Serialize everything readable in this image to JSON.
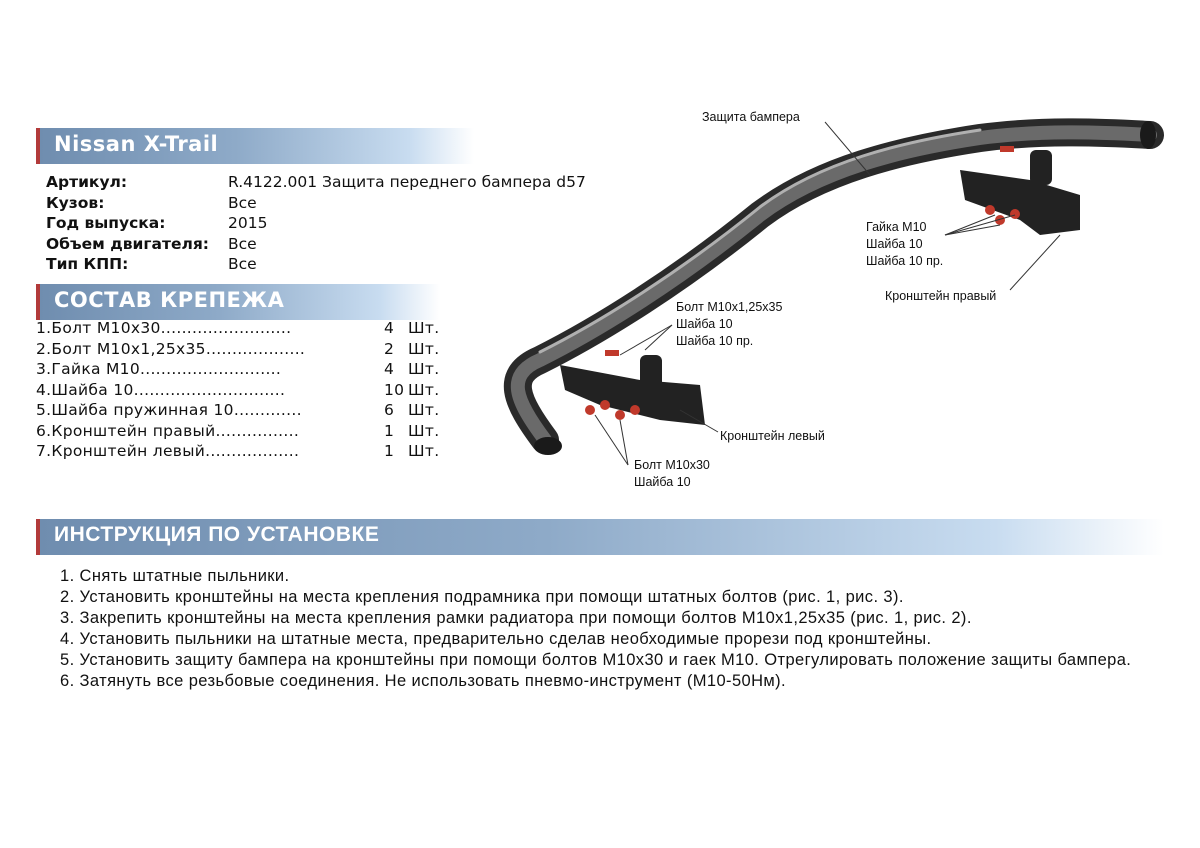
{
  "title": "Nissan X-Trail",
  "spec": [
    {
      "key": "Артикул:",
      "value": "R.4122.001 Защита переднего бампера d57"
    },
    {
      "key": "Кузов:",
      "value": "Все"
    },
    {
      "key": "Год выпуска:",
      "value": "2015"
    },
    {
      "key": "Объем двигателя:",
      "value": "Все"
    },
    {
      "key": "Тип КПП:",
      "value": "Все"
    }
  ],
  "fasteners_title": "СОСТАВ КРЕПЕЖА",
  "fasteners": [
    {
      "name": "1.Болт М10х30.........................",
      "qty": "4",
      "unit": "Шт."
    },
    {
      "name": "2.Болт М10х1,25х35...................",
      "qty": "2",
      "unit": "Шт."
    },
    {
      "name": "3.Гайка М10...........................",
      "qty": "4",
      "unit": "Шт."
    },
    {
      "name": "4.Шайба 10.............................",
      "qty": "10",
      "unit": "Шт."
    },
    {
      "name": "5.Шайба пружинная 10.............",
      "qty": "6",
      "unit": "Шт."
    },
    {
      "name": "6.Кронштейн правый................",
      "qty": "1",
      "unit": "Шт."
    },
    {
      "name": "7.Кронштейн левый..................",
      "qty": "1",
      "unit": "Шт."
    }
  ],
  "instructions_title": "ИНСТРУКЦИЯ ПО УСТАНОВКЕ",
  "instructions": [
    "1. Снять штатные пыльники.",
    "2. Установить кронштейны на места крепления подрамника при помощи штатных болтов (рис. 1, рис. 3).",
    "3. Закрепить кронштейны на места крепления рамки радиатора при помощи болтов М10х1,25х35 (рис. 1, рис. 2).",
    "4. Установить пыльники на штатные места, предварительно сделав необходимые прорези под кронштейны.",
    "5. Установить защиту бампера на кронштейны при помощи болтов М10х30 и гаек М10. Отрегулировать положение защиты бампера.",
    "6. Затянуть все резьбовые соединения. Не использовать пневмо-инструмент (М10-50Нм)."
  ],
  "diagram": {
    "bumper": "Защита бампера",
    "right_hw": [
      "Гайка М10",
      "Шайба 10",
      "Шайба 10 пр."
    ],
    "right_bracket": "Кронштейн правый",
    "left_hw": [
      "Болт М10х1,25х35",
      "Шайба 10",
      "Шайба 10 пр."
    ],
    "left_bracket": "Кронштейн левый",
    "bottom_hw": [
      "Болт М10х30",
      "Шайба 10"
    ]
  }
}
